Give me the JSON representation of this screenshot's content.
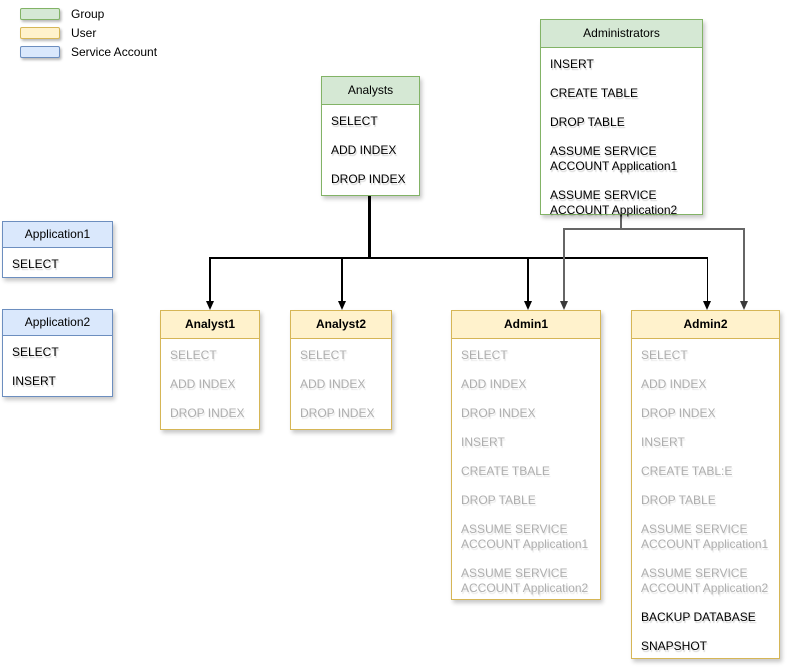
{
  "legend": {
    "items": [
      {
        "label": "Group",
        "kind": "group",
        "fill": "#d5e8d4",
        "border": "#82b366"
      },
      {
        "label": "User",
        "kind": "user",
        "fill": "#fff2cc",
        "border": "#d6b656"
      },
      {
        "label": "Service Account",
        "kind": "service-account",
        "fill": "#dae8fc",
        "border": "#6c8ebf"
      }
    ]
  },
  "nodes": {
    "analysts": {
      "title": "Analysts",
      "kind": "group",
      "items": [
        "SELECT",
        "ADD INDEX",
        "DROP INDEX"
      ]
    },
    "administrators": {
      "title": "Administrators",
      "kind": "group",
      "items": [
        "INSERT",
        "CREATE TABLE",
        "DROP TABLE",
        "ASSUME SERVICE ACCOUNT Application1",
        "ASSUME SERVICE ACCOUNT Application2"
      ]
    },
    "application1": {
      "title": "Application1",
      "kind": "service-account",
      "items": [
        "SELECT"
      ]
    },
    "application2": {
      "title": "Application2",
      "kind": "service-account",
      "items": [
        "SELECT",
        "INSERT"
      ]
    },
    "analyst1": {
      "title": "Analyst1",
      "kind": "user",
      "inherited_items": [
        "SELECT",
        "ADD INDEX",
        "DROP INDEX"
      ]
    },
    "analyst2": {
      "title": "Analyst2",
      "kind": "user",
      "inherited_items": [
        "SELECT",
        "ADD INDEX",
        "DROP INDEX"
      ]
    },
    "admin1": {
      "title": "Admin1",
      "kind": "user",
      "inherited_items": [
        "SELECT",
        "ADD INDEX",
        "DROP INDEX",
        "INSERT",
        "CREATE TBALE",
        "DROP TABLE",
        "ASSUME SERVICE ACCOUNT Application1",
        "ASSUME SERVICE ACCOUNT Application2"
      ]
    },
    "admin2": {
      "title": "Admin2",
      "kind": "user",
      "inherited_items": [
        "SELECT",
        "ADD INDEX",
        "DROP INDEX",
        "INSERT",
        "CREATE TABL:E",
        "DROP TABLE",
        "ASSUME SERVICE ACCOUNT Application1",
        "ASSUME SERVICE ACCOUNT Application2"
      ],
      "own_items": [
        "BACKUP DATABASE",
        "SNAPSHOT"
      ]
    }
  },
  "edges": [
    {
      "from": "Analysts",
      "to": [
        "Analyst1",
        "Analyst2",
        "Admin1",
        "Admin2"
      ],
      "color": "#000000"
    },
    {
      "from": "Administrators",
      "to": [
        "Admin1",
        "Admin2"
      ],
      "color": "#666666"
    }
  ],
  "colors": {
    "group_fill": "#d5e8d4",
    "group_border": "#82b366",
    "user_fill": "#fff2cc",
    "user_border": "#d6b656",
    "service_fill": "#dae8fc",
    "service_border": "#6c8ebf",
    "muted_text": "#aeaeae",
    "text": "#000000",
    "edge_primary": "#000000",
    "edge_secondary": "#666666",
    "background": "#ffffff"
  }
}
